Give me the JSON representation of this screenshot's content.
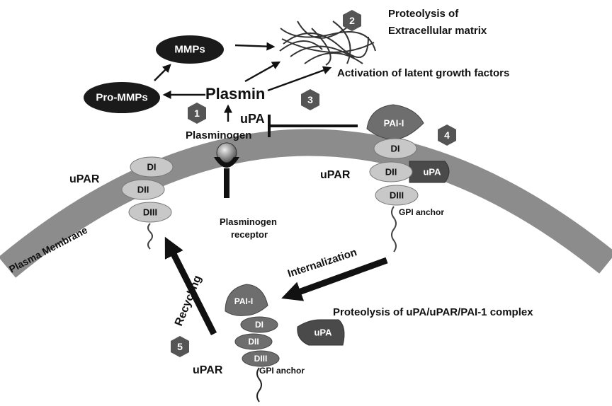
{
  "labels": {
    "proteolysis_ecm_line1": "Proteolysis of",
    "proteolysis_ecm_line2": "Extracellular matrix",
    "mmps": "MMPs",
    "pro_mmps": "Pro-MMPs",
    "plasmin": "Plasmin",
    "activation_growth": "Activation of latent growth factors",
    "upa_free": "uPA",
    "plasminogen": "Plasminogen",
    "upar_left": "uPAR",
    "upar_right": "uPAR",
    "upar_bottom": "uPAR",
    "plasminogen_receptor_line1": "Plasminogen",
    "plasminogen_receptor_line2": "receptor",
    "plasma_membrane": "Plasma Membrane",
    "gpi_anchor_right": "GPI anchor",
    "gpi_anchor_bottom": "GPI anchor",
    "internalization": "Internalization",
    "recycling": "Recycling",
    "proteolysis_complex": "Proteolysis of uPA/uPAR/PAI-1 complex",
    "pai1_right": "PAI-I",
    "pai1_bottom": "PAI-I",
    "upa_right": "uPA",
    "upa_bottom": "uPA"
  },
  "domains": {
    "left": [
      "DI",
      "DII",
      "DIII"
    ],
    "right": [
      "DI",
      "DII",
      "DIII"
    ],
    "bottom": [
      "DI",
      "DII",
      "DIII"
    ]
  },
  "badges": [
    "1",
    "2",
    "3",
    "4",
    "5"
  ],
  "colors": {
    "membrane": "#8c8c8c",
    "domain_fill": "#c8c8c8",
    "dark_fill": "#1a1a1a",
    "pai_fill": "#6e6e6e",
    "upa_fill": "#4a4a4a",
    "badge_fill": "#555555"
  }
}
